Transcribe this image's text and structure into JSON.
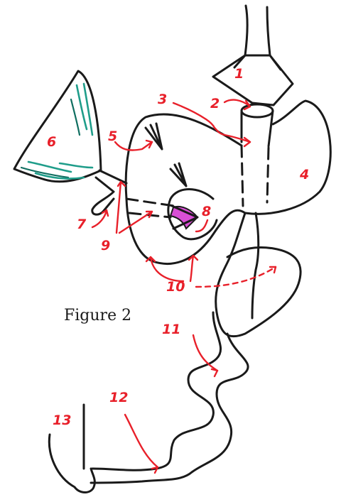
{
  "caption": "Figure 2",
  "labels": {
    "l1": "1",
    "l2": "2",
    "l3": "3",
    "l4": "4",
    "l5": "5",
    "l6": "6",
    "l7": "7",
    "l8": "8",
    "l9": "9",
    "l10": "10",
    "l11": "11",
    "l12": "12",
    "l13": "13"
  },
  "colors": {
    "ink": "#1a1a1a",
    "label_red": "#e8202a",
    "hatch_teal": "#1f9d8a",
    "highlight_magenta": "#d94fd6"
  }
}
